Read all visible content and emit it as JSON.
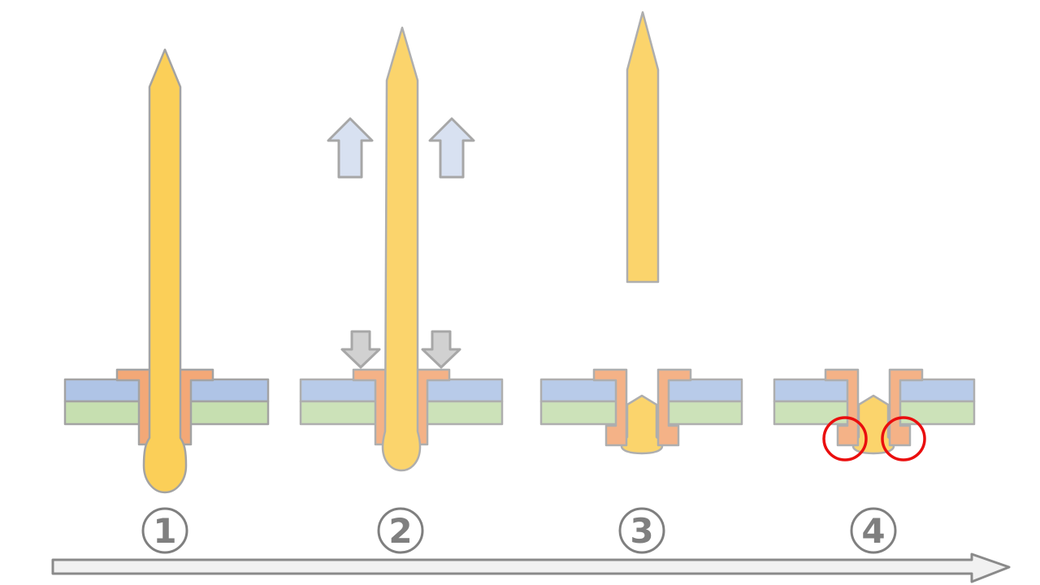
{
  "diagram": {
    "subject": "blind-rivet-setting-process",
    "step_count": 4
  },
  "steps": [
    {
      "number": "1"
    },
    {
      "number": "2"
    },
    {
      "number": "3"
    },
    {
      "number": "4"
    }
  ],
  "timeline": {
    "direction_icon": "right-arrow"
  },
  "colors": {
    "mandrel": "#FBCF58",
    "rivet": "#F3A877",
    "plate_top": "#AFC4E6",
    "plate_bottom": "#C6DFB0",
    "outline": "#A3A3A3",
    "pull_arrow": "#D3DDF0",
    "push_arrow": "#CBCBCB",
    "arrow_outline": "#9B9B9B",
    "highlight": "#EA0E0E",
    "label": "#7F7F7F",
    "timeline_fill": "#F1F1F1",
    "timeline_outline": "#8A8A8A"
  }
}
